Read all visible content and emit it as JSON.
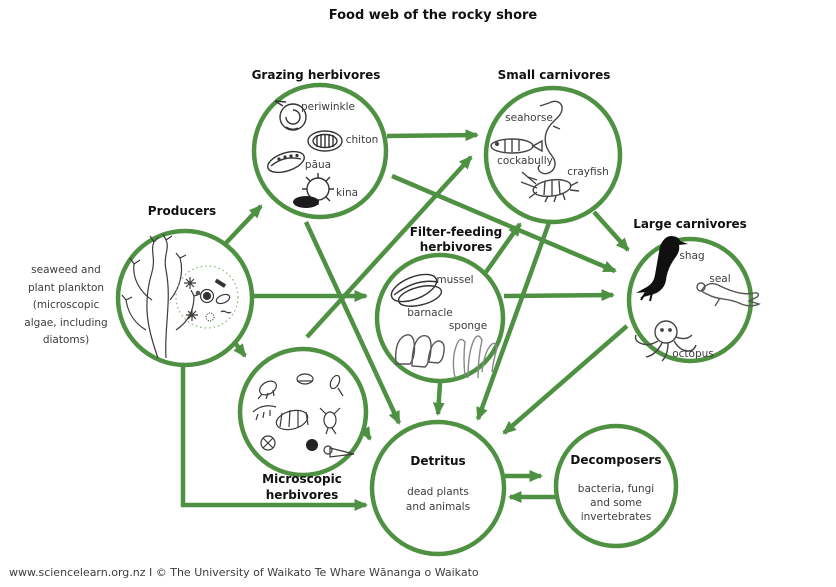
{
  "title": "Food web of the rocky shore",
  "footer": "www.sciencelearn.org.nz I © The University of Waikato Te Whare Wānanga o Waikato",
  "colors": {
    "arrow_green": "#4f9142",
    "label_dark": "#111111",
    "text_gray": "#3d3d3d"
  },
  "producers_note": {
    "lines": [
      "seaweed and",
      "plant plankton",
      "(microscopic",
      "algae, including",
      "diatoms)"
    ]
  },
  "nodes": {
    "producers": {
      "label": "Producers"
    },
    "grazing": {
      "label": "Grazing herbivores",
      "organisms": {
        "periwinkle": "periwinkle",
        "chiton": "chiton",
        "paua": "pāua",
        "kina": "kina"
      }
    },
    "small_carnivores": {
      "label": "Small carnivores",
      "organisms": {
        "seahorse": "seahorse",
        "cockabully": "cockabully",
        "crayfish": "crayfish"
      }
    },
    "filter_feeding": {
      "label_line1": "Filter-feeding",
      "label_line2": "herbivores",
      "organisms": {
        "mussel": "mussel",
        "barnacle": "barnacle",
        "sponge": "sponge"
      }
    },
    "large_carnivores": {
      "label": "Large carnivores",
      "organisms": {
        "shag": "shag",
        "seal": "seal",
        "octopus": "octopus"
      }
    },
    "microscopic": {
      "label_line1": "Microscopic",
      "label_line2": "herbivores"
    },
    "detritus": {
      "label": "Detritus",
      "sub": [
        "dead plants",
        "and animals"
      ]
    },
    "decomposers": {
      "label": "Decomposers",
      "sub": [
        "bacteria, fungi",
        "and some",
        "invertebrates"
      ]
    }
  },
  "edges": [
    {
      "from": "producers",
      "to": "grazing-herbivores"
    },
    {
      "from": "producers",
      "to": "filter-feeding-herbivores"
    },
    {
      "from": "producers",
      "to": "microscopic-herbivores"
    },
    {
      "from": "producers",
      "to": "detritus"
    },
    {
      "from": "grazing-herbivores",
      "to": "small-carnivores"
    },
    {
      "from": "grazing-herbivores",
      "to": "large-carnivores"
    },
    {
      "from": "grazing-herbivores",
      "to": "detritus"
    },
    {
      "from": "microscopic-herbivores",
      "to": "small-carnivores"
    },
    {
      "from": "microscopic-herbivores",
      "to": "detritus"
    },
    {
      "from": "filter-feeding-herbivores",
      "to": "small-carnivores"
    },
    {
      "from": "filter-feeding-herbivores",
      "to": "large-carnivores"
    },
    {
      "from": "filter-feeding-herbivores",
      "to": "detritus"
    },
    {
      "from": "small-carnivores",
      "to": "large-carnivores"
    },
    {
      "from": "small-carnivores",
      "to": "detritus"
    },
    {
      "from": "large-carnivores",
      "to": "detritus"
    },
    {
      "from": "detritus",
      "to": "decomposers"
    },
    {
      "from": "decomposers",
      "to": "detritus"
    }
  ]
}
